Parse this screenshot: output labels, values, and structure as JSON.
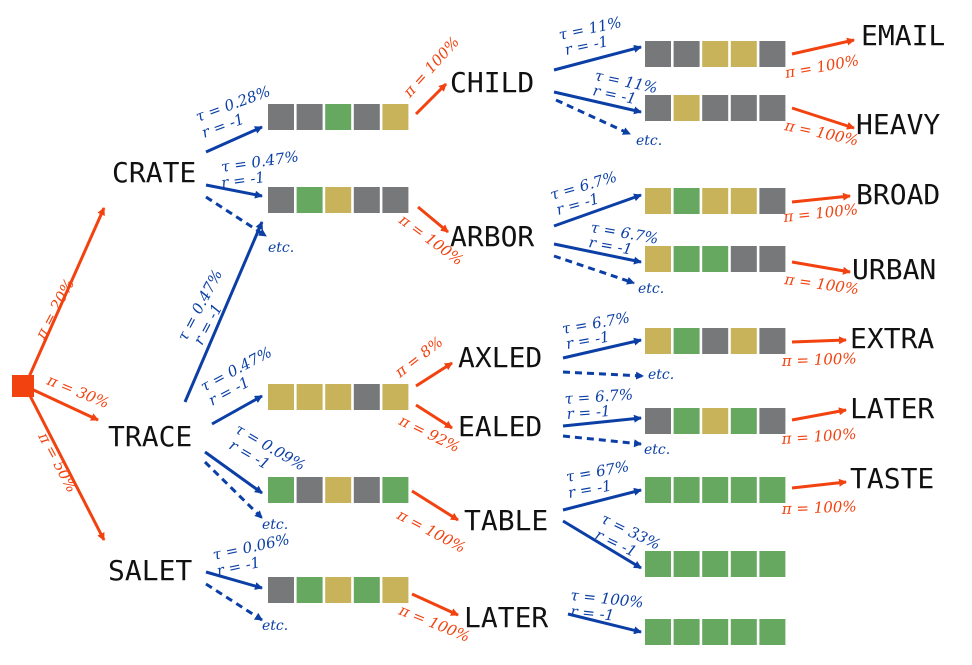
{
  "colors": {
    "policy": "#f2420f",
    "transition": "#0b3fa6",
    "gray": "#76787a",
    "green": "#67a860",
    "yellow": "#c8b35a"
  },
  "root_icon": "red-square",
  "etc_label": "etc.",
  "words": {
    "crate": "CRATE",
    "trace": "TRACE",
    "salet": "SALET",
    "child": "CHILD",
    "arbor": "ARBOR",
    "axled": "AXLED",
    "ealed": "EALED",
    "table": "TABLE",
    "later": "LATER",
    "email": "EMAIL",
    "heavy": "HEAVY",
    "broad": "BROAD",
    "urban": "URBAN",
    "extra": "EXTRA",
    "later2": "LATER",
    "taste": "TASTE"
  },
  "feedback": {
    "crate_1": [
      "gray",
      "gray",
      "green",
      "gray",
      "yellow"
    ],
    "crate_2": [
      "gray",
      "green",
      "yellow",
      "gray",
      "gray"
    ],
    "trace_1": [
      "yellow",
      "yellow",
      "yellow",
      "gray",
      "yellow"
    ],
    "trace_2": [
      "green",
      "gray",
      "yellow",
      "gray",
      "green"
    ],
    "salet_1": [
      "gray",
      "green",
      "yellow",
      "green",
      "yellow"
    ],
    "child_1": [
      "gray",
      "gray",
      "yellow",
      "yellow",
      "gray"
    ],
    "child_2": [
      "gray",
      "yellow",
      "gray",
      "gray",
      "gray"
    ],
    "arbor_1": [
      "yellow",
      "green",
      "yellow",
      "yellow",
      "gray"
    ],
    "arbor_2": [
      "yellow",
      "green",
      "green",
      "gray",
      "gray"
    ],
    "axled_1": [
      "yellow",
      "green",
      "gray",
      "yellow",
      "gray"
    ],
    "ealed_1": [
      "gray",
      "green",
      "yellow",
      "green",
      "gray"
    ],
    "table_1": [
      "green",
      "green",
      "green",
      "green",
      "green"
    ],
    "table_2": [
      "green",
      "green",
      "green",
      "green",
      "green"
    ],
    "later_1": [
      "green",
      "green",
      "green",
      "green",
      "green"
    ]
  },
  "labels": {
    "root_crate": "π = 20%",
    "root_trace": "π = 30%",
    "root_salet": "π = 50%",
    "crate_1_tau": "τ = 0.28%",
    "crate_1_r": "r = -1",
    "crate_2_tau": "τ = 0.47%",
    "crate_2_r": "r = -1",
    "trace_crate_tau": "τ = 0.47%",
    "trace_crate_r": "r = -1",
    "trace_1_tau": "τ = 0.47%",
    "trace_1_r": "r = -1",
    "trace_2_tau": "τ = 0.09%",
    "trace_2_r": "r = -1",
    "salet_1_tau": "τ = 0.06%",
    "salet_1_r": "r = -1",
    "to_child": "π = 100%",
    "to_arbor": "π = 100%",
    "to_axled": "π = 8%",
    "to_ealed": "π = 92%",
    "to_table": "π = 100%",
    "to_later": "π = 100%",
    "child_1_tau": "τ = 11%",
    "child_1_r": "r = -1",
    "child_2_tau": "τ = 11%",
    "child_2_r": "r = -1",
    "arbor_1_tau": "τ = 6.7%",
    "arbor_1_r": "r = -1",
    "arbor_2_tau": "τ = 6.7%",
    "arbor_2_r": "r = -1",
    "axled_1_tau": "τ = 6.7%",
    "axled_1_r": "r = -1",
    "ealed_1_tau": "τ = 6.7%",
    "ealed_1_r": "r = -1",
    "table_1_tau": "τ = 67%",
    "table_1_r": "r = -1",
    "table_2_tau": "τ = 33%",
    "table_2_r": "r = -1",
    "later_1_tau": "τ = 100%",
    "later_1_r": "r = -1",
    "to_email": "π = 100%",
    "to_heavy": "π = 100%",
    "to_broad": "π = 100%",
    "to_urban": "π = 100%",
    "to_extra": "π = 100%",
    "to_later2": "π = 100%",
    "to_taste": "π = 100%"
  }
}
